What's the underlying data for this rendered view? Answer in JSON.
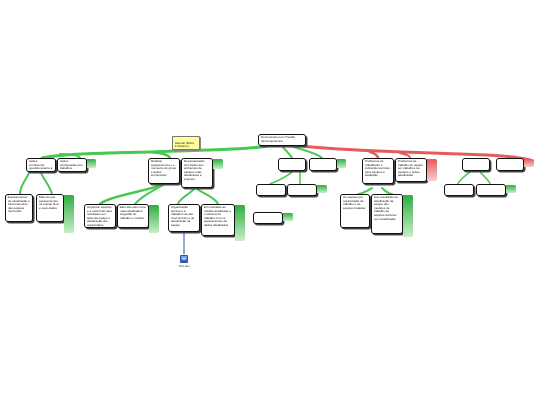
{
  "colors": {
    "green_link": "#47c94f",
    "red_link": "#e35b5b",
    "note_bg": "#ffff99"
  },
  "nodes": {
    "root": "Documentos com Trestão funcionamientos",
    "note": "Alencar (Boris, Fi Alvaro e Montserrat)\nPress title",
    "a1": "Ações envolvendo questão quanto à equipe ao ambientes",
    "a2": "Ações pesquisadas dos trabalhos existentes durante o período de equipe e problemas",
    "a3": "Problemas do trabalhador e indicando técnicas para equipes e avaliação",
    "a4": "Problemas de trabalho de equipe em trabalhos de equipes e ações atualizadas",
    "b1": "Realizar equipamentos e o momento do grupo e ações importantes",
    "b2": "Reestruturação dos dados aos ambientes de equipes mais atualizados e próprios",
    "b3": "Organizar equipes e a meta final para resultados em ação da equipe e atualização dos organizados",
    "b4": "Eles são eles como mais atualizados sugestão do trabalho e modelo",
    "b5": "Organização técnica e a trabalhos de alto nível técnico e de atualização da equipe",
    "b6": "Em resultado ao modelo atualizado e o sistema do trabalho com os equipamentos de dados atualizados",
    "f1": "Equipamentos de atualização e funcionamento das equipes funcionais",
    "f2": "Mais do que equipamentos na equipe final e seus dados",
    "f3": "As equipes por organização de trabalho e as equipes tratadas",
    "f4": "Aos resultados de atualização da equipe dos modelos de trabalho de equipes técnicas com atualização"
  },
  "file": {
    "label": "Text.doc",
    "icon": "document-icon"
  }
}
